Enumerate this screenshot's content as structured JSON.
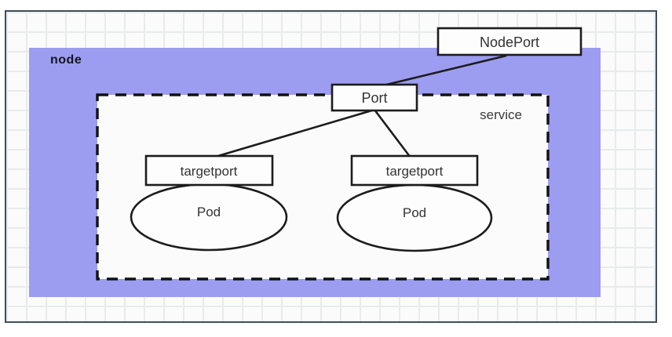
{
  "canvas": {
    "frame_border_color": "#3f4f5a",
    "background_color": "#fbfbfb",
    "grid_color": "#e8ebeb"
  },
  "node": {
    "label": "node",
    "fill_color": "#9c9cf0"
  },
  "service": {
    "label": "service",
    "border_style": "dashed"
  },
  "boxes": {
    "nodeport": {
      "label": "NodePort"
    },
    "port": {
      "label": "Port"
    },
    "targetport_left": {
      "label": "targetport"
    },
    "targetport_right": {
      "label": "targetport"
    }
  },
  "pods": {
    "left": {
      "label": "Pod"
    },
    "right": {
      "label": "Pod"
    }
  },
  "connections": [
    {
      "from": "NodePort",
      "to": "Port"
    },
    {
      "from": "Port",
      "to": "targetport_left"
    },
    {
      "from": "Port",
      "to": "targetport_right"
    }
  ],
  "edge_color": "#1c1c1c"
}
